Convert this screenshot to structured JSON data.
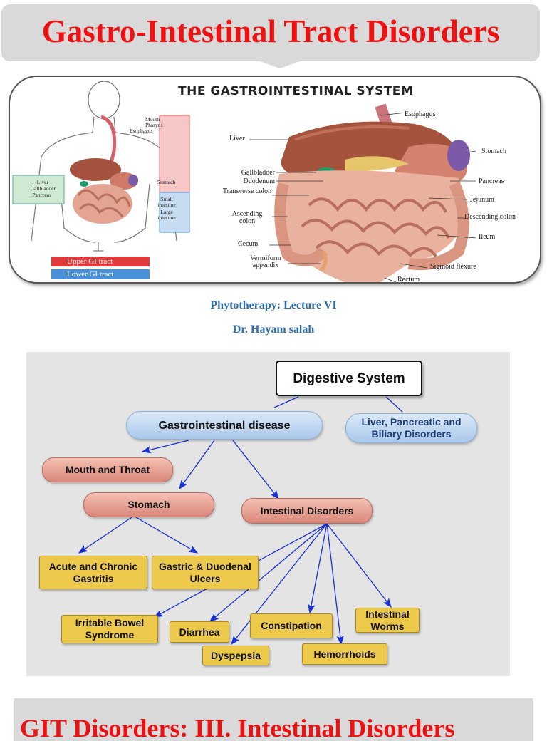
{
  "title": "Gastro-Intestinal Tract Disorders",
  "gi_image": {
    "heading": "THE GASTROINTESTINAL SYSTEM",
    "left_labels": [
      "Mouth",
      "Pharynx",
      "Esophagus",
      "Liver",
      "Gallbladder",
      "Pancreas",
      "Stomach",
      "Small intestine",
      "Large intestine"
    ],
    "legend": [
      "Upper GI tract",
      "Lower GI tract"
    ],
    "legend_colors": [
      "#e03a3a",
      "#4a90d9"
    ],
    "labels": {
      "esophagus": "Esophagus",
      "liver": "Liver",
      "stomach": "Stomach",
      "gallbladder": "Gallbladder",
      "duodenum": "Duodenum",
      "pancreas": "Pancreas",
      "transverse_colon": "Transverse colon",
      "jejunum": "Jejunum",
      "ascending_colon": "Ascending colon",
      "descending_colon": "Descending colon",
      "ileum": "Ileum",
      "cecum": "Cecum",
      "vermiform_appendix": "Vermiform appendix",
      "sigmoid_flexure": "Sigmoid flexure",
      "rectum": "Rectum"
    }
  },
  "subtitle": "Phytotherapy: Lecture VI",
  "author": "Dr. Hayam salah",
  "diagram": {
    "root": "Digestive System",
    "gi_disease": "Gastrointestinal disease",
    "liver_disorders": "Liver, Pancreatic and Biliary Disorders",
    "mouth_throat": "Mouth and Throat",
    "stomach": "Stomach",
    "intestinal": "Intestinal Disorders",
    "gastritis": "Acute and Chronic Gastritis",
    "ulcers": "Gastric & Duodenal Ulcers",
    "ibs": "Irritable Bowel Syndrome",
    "diarrhea": "Diarrhea",
    "dyspepsia": "Dyspepsia",
    "constipation": "Constipation",
    "hemorrhoids": "Hemorrhoids",
    "worms": "Intestinal Worms"
  },
  "bottom_heading": "GIT Disorders: III. Intestinal Disorders",
  "colors": {
    "title_red": "#ee1111",
    "subtitle_blue": "#2b6cb0",
    "arrow_blue": "#1a2fd6"
  }
}
